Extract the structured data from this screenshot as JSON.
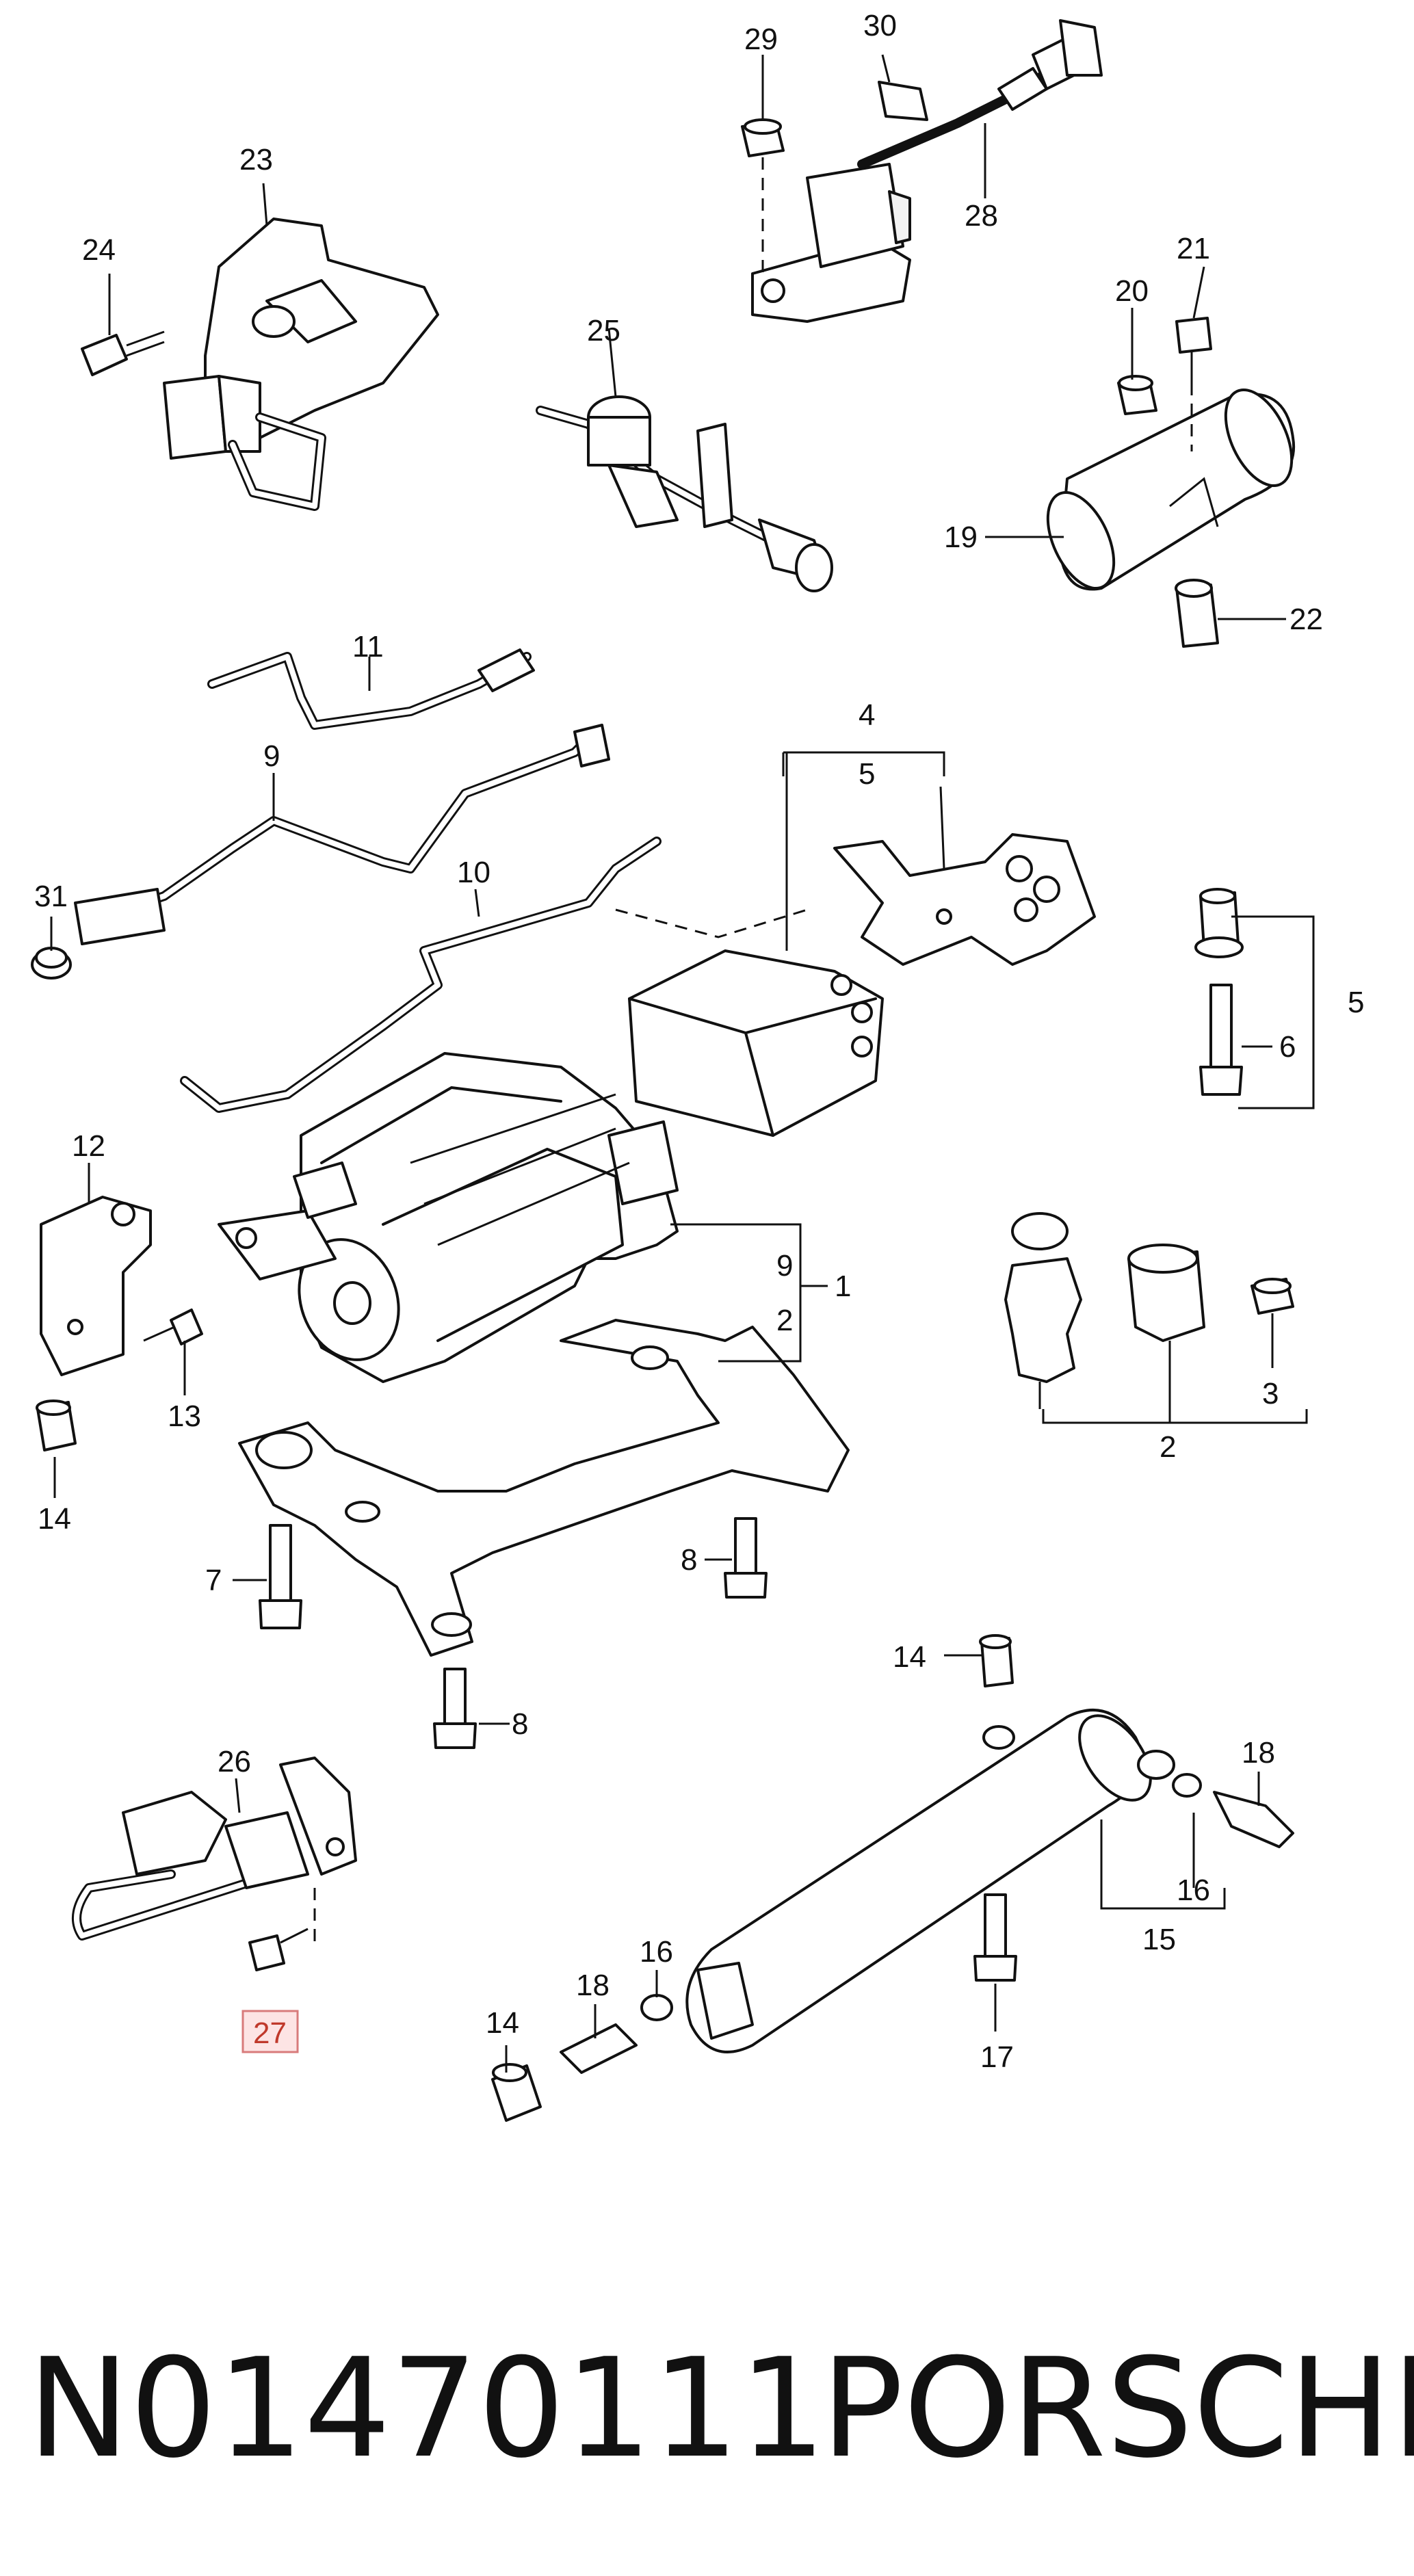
{
  "callouts": {
    "c1": "1",
    "c2a": "2",
    "c2b": "2",
    "c3": "3",
    "c4": "4",
    "c5a": "5",
    "c5b": "5",
    "c6": "6",
    "c7": "7",
    "c8a": "8",
    "c8b": "8",
    "c9a": "9",
    "c9b": "9",
    "c10": "10",
    "c11": "11",
    "c12": "12",
    "c13": "13",
    "c14a": "14",
    "c14b": "14",
    "c14c": "14",
    "c15": "15",
    "c16a": "16",
    "c16b": "16",
    "c17": "17",
    "c18a": "18",
    "c18b": "18",
    "c19": "19",
    "c20": "20",
    "c21": "21",
    "c22": "22",
    "c23": "23",
    "c24": "24",
    "c25": "25",
    "c26": "26",
    "c27": "27",
    "c28": "28",
    "c29": "29",
    "c30": "30",
    "c31": "31"
  },
  "highlight": {
    "part_number_callout": "27",
    "color": "#fde4e4",
    "border": "#d87b7b"
  },
  "footer": {
    "part_number": "N01470111",
    "brand": "PORSCHE"
  }
}
